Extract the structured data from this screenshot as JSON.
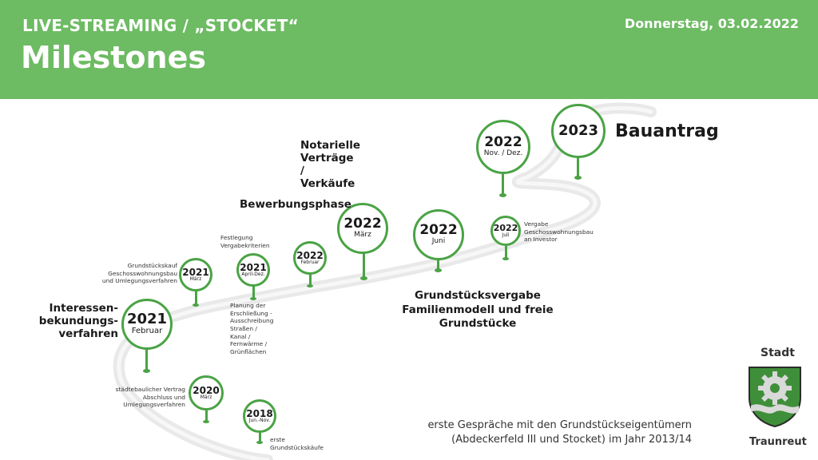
{
  "header": {
    "subtitle": "LIVE-STREAMING / „STOCKET“",
    "title": "Milestones",
    "date": "Donnerstag, 03.02.2022"
  },
  "colors": {
    "header_green": "#6dbb63",
    "accent_green": "#4aa345",
    "road_gray": "#e6e6e6"
  },
  "milestones": [
    {
      "id": "2018",
      "year": "2018",
      "sub": "Jun.-Nov.",
      "note": "erste Grundstückskäufe"
    },
    {
      "id": "2020",
      "year": "2020",
      "sub": "März",
      "note": "städtebaulicher Vertrag\nAbschluss und Umlegungsverfahren"
    },
    {
      "id": "2021feb",
      "year": "2021",
      "sub": "Februar",
      "note": "Interessen-\nbekundungs-\nverfahren"
    },
    {
      "id": "2021mar",
      "year": "2021",
      "sub": "März",
      "note": "Grundstückskauf\nGeschosswohnungsbau\nund Umlegungsverfahren"
    },
    {
      "id": "2021apr",
      "year": "2021",
      "sub": "April-Dez.",
      "note": "Planung der Erschließung - Ausschreibung\nStraßen / Kanal / Fernwärme / Grünflächen"
    },
    {
      "id": "2022feb",
      "year": "2022",
      "sub": "Februar",
      "note": "Festlegung Vergabekriterien"
    },
    {
      "id": "2022mar",
      "year": "2022",
      "sub": "März",
      "note": "Bewerbungsphase"
    },
    {
      "id": "2022jun",
      "year": "2022",
      "sub": "Juni",
      "note": "Grundstücksvergabe\nFamilienmodell und freie\nGrundstücke"
    },
    {
      "id": "2022jul",
      "year": "2022",
      "sub": "Juli",
      "note": "Vergabe\nGeschosswohnungsbau\nan Investor"
    },
    {
      "id": "2022nov",
      "year": "2022",
      "sub": "Nov. / Dez.",
      "note": "Notarielle Verträge / Verkäufe"
    },
    {
      "id": "2023",
      "year": "2023",
      "sub": "",
      "note": "Bauantrag"
    }
  ],
  "footnote": "erste Gespräche mit den Grundstückseigentümern\n(Abdeckerfeld III und Stocket) im Jahr 2013/14",
  "logo": {
    "top": "Stadt",
    "bottom": "Traunreut",
    "icon": "traunreut-coat-of-arms-icon"
  }
}
